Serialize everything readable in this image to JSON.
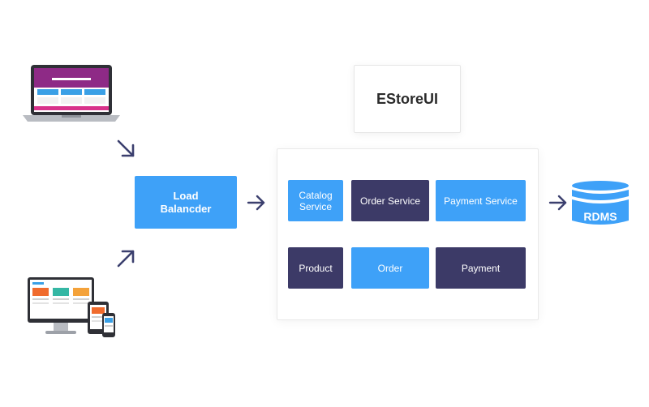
{
  "load_balancer": {
    "label": "Load\nBalancder"
  },
  "ui": {
    "label": "EStoreUI"
  },
  "services": {
    "catalog_service": "Catalog\nService",
    "order_service": "Order Service",
    "payment_service": "Payment Service",
    "product": "Product",
    "order": "Order",
    "payment": "Payment"
  },
  "database": {
    "label": "RDMS"
  },
  "colors": {
    "blue": "#3ea1f8",
    "navy": "#3c3a67",
    "arrow": "#3b3f6e"
  }
}
